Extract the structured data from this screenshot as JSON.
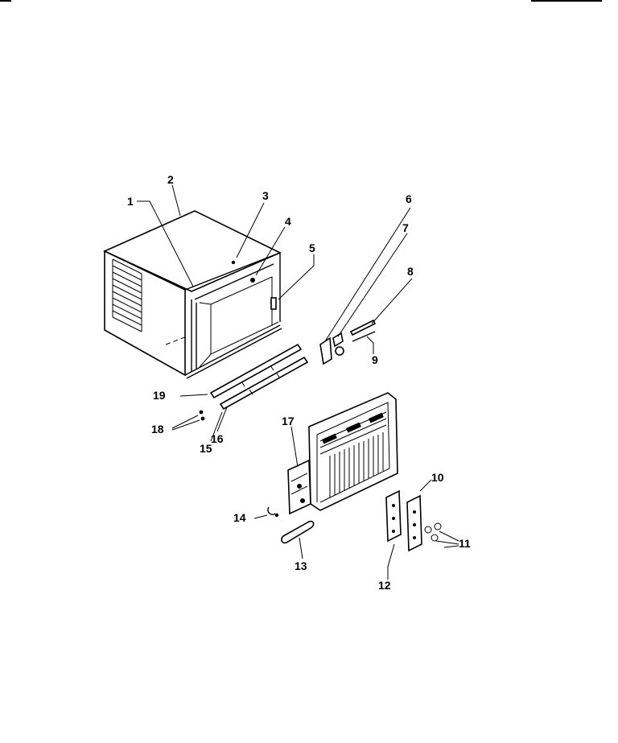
{
  "diagram": {
    "type": "exploded-parts-view",
    "callouts": [
      "1",
      "2",
      "3",
      "4",
      "5",
      "6",
      "7",
      "8",
      "9",
      "10",
      "11",
      "12",
      "13",
      "14",
      "15",
      "16",
      "17",
      "18",
      "19"
    ]
  }
}
